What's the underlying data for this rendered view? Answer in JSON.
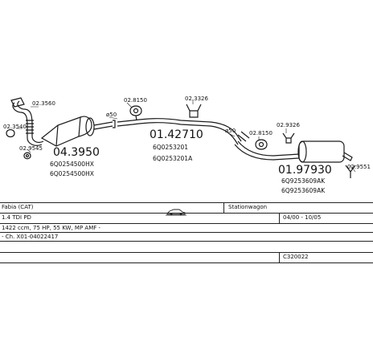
{
  "labels": {
    "front_pipe_bracket": "02.3560",
    "clamp_left": "02.3540",
    "gasket_left": "02.9545",
    "catalyst_number": "04.3950",
    "catalyst_oe1": "6Q0254500HX",
    "catalyst_oe2": "6Q0254500HX",
    "diameter_front": "ø50",
    "hanger_middle": "02.8150",
    "mount_middle": "02.3326",
    "middle_pipe_number": "01.42710",
    "middle_pipe_oe1": "6Q0253201",
    "middle_pipe_oe2": "6Q0253201A",
    "diameter_rear": "ø50",
    "hanger_rear": "02.8150",
    "mount_rear": "02.9326",
    "silencer_number": "01.97930",
    "silencer_oe1": "6Q9253609AK",
    "silencer_oe2": "6Q9253609AK",
    "tail_hanger": "02.9551"
  },
  "table": {
    "model": "Fabia (CAT)",
    "body_type": "Stationwagon",
    "engine": "1.4 TDI PD",
    "years": "04/00 - 10/05",
    "specs": "1422 ccm, 75 HP, 55 KW, MP AMF -",
    "chassis": "- Ch. X01-04022417",
    "set_code": "C320022"
  },
  "colors": {
    "line": "#1a1a1a",
    "background": "#ffffff"
  }
}
